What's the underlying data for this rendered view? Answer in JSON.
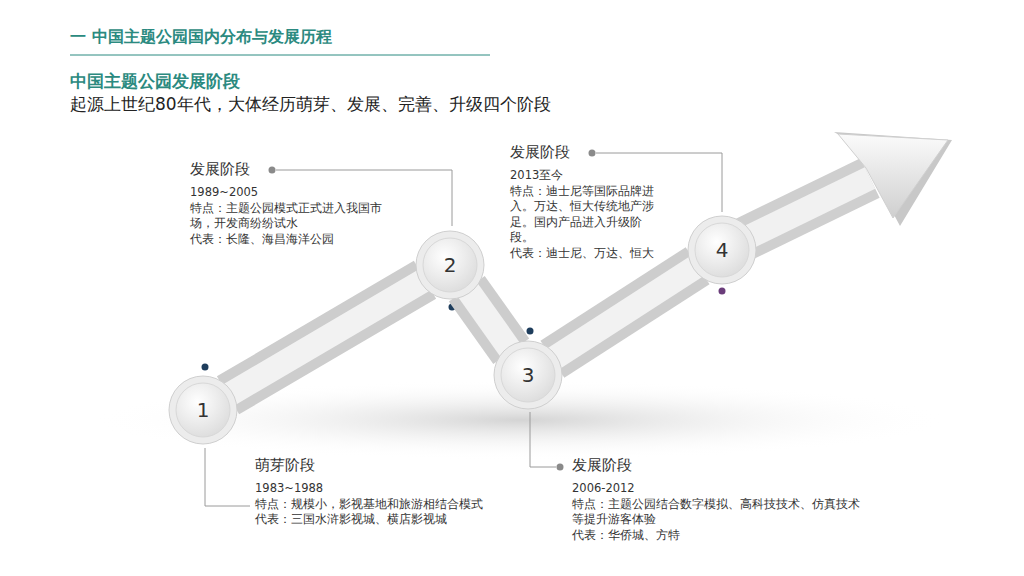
{
  "diagram": {
    "title": "一 中国主题公园国内分布与发展历程",
    "nodes": [
      {
        "text": [
          "1"
        ]
      },
      {
        "text": [
          "2"
        ]
      },
      {
        "text": [
          "3"
        ]
      },
      {
        "text": [
          "4"
        ]
      }
    ],
    "edges": [
      {
        "from": 0,
        "to": 1,
        "arrow": "none"
      },
      {
        "from": 1,
        "to": 2,
        "arrow": "none"
      },
      {
        "from": 2,
        "to": 3,
        "arrow": "none"
      }
    ],
    "labels": [
      "中国主题公园发展阶段",
      "起源上世纪80年代，大体经历萌芽、发展、完善、升级四个阶段",
      "发展阶段",
      "1989~2005",
      "特点：主题公园模式正式进入我国市场，开发商纷纷试水",
      "代表：长隆、海昌海洋公园",
      "发展阶段",
      "2013至今",
      "特点：迪士尼等国际品牌进入。万达、恒大传统地产涉足。国内产品进入升级阶段。",
      "代表：迪士尼、万达、恒大",
      "萌芽阶段",
      "1983~1988",
      "特点：规模小，影视基地和旅游相结合模式",
      "代表：三国水浒影视城、横店影视城",
      "发展阶段",
      "2006-2012",
      "特点：主题公园结合数字模拟、高科技技术、仿真技术等提升游客体验",
      "代表：华侨城、方特"
    ]
  }
}
